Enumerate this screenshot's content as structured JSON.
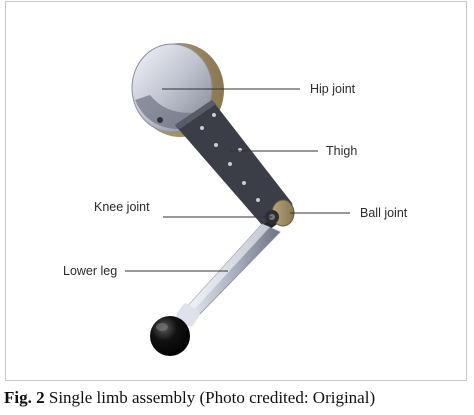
{
  "figure": {
    "labels": {
      "hip_joint": "Hip joint",
      "thigh": "Thigh",
      "knee_joint": "Knee joint",
      "ball_joint": "Ball joint",
      "lower_leg": "Lower leg"
    },
    "caption": {
      "number": "Fig. 2",
      "text": "Single limb assembly (Photo credited: Original)"
    }
  }
}
